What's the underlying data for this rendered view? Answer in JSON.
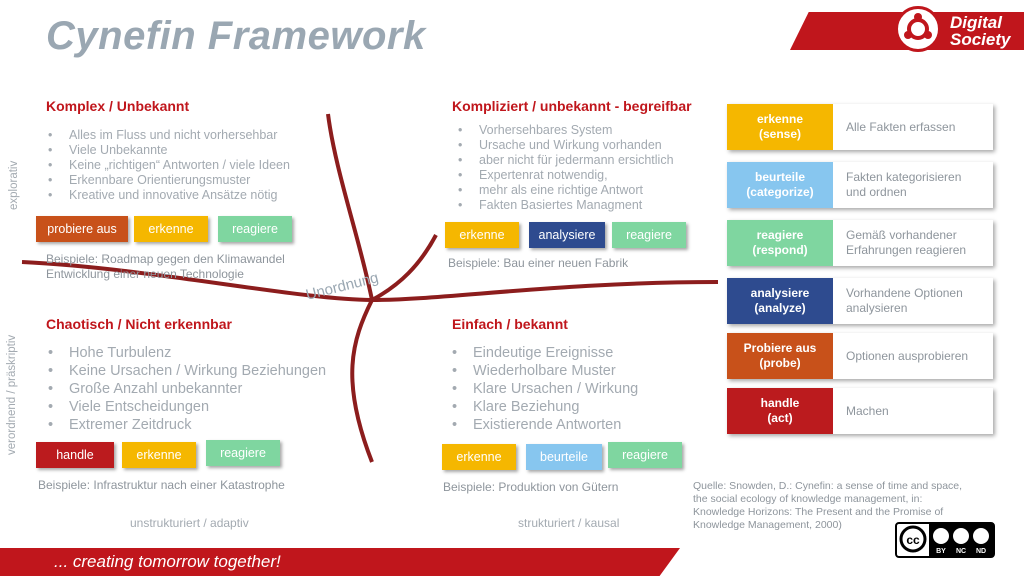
{
  "title": "Cynefin Framework",
  "brand": {
    "line1": "Digital",
    "line2": "Society"
  },
  "complex": {
    "title": "Komplex / Unbekannt",
    "items": [
      "Alles im Fluss und nicht vorhersehbar",
      "Viele Unbekannte",
      "Keine „richtigen“ Antworten / viele Ideen",
      "Erkennbare Orientierungsmuster",
      "Kreative und innovative Ansätze nötig"
    ],
    "buttons": [
      "probiere aus",
      "erkenne",
      "reagiere"
    ],
    "example_line1": "Beispiele: Roadmap gegen den Klimawandel",
    "example_line2": "Entwicklung einer neuen Technologie"
  },
  "complicated": {
    "title": "Kompliziert / unbekannt - begreifbar",
    "items": [
      "Vorhersehbares System",
      "Ursache und Wirkung vorhanden",
      "aber nicht für jedermann ersichtlich",
      "Expertenrat notwendig,",
      "mehr als eine richtige Antwort",
      "Fakten Basiertes Managment"
    ],
    "buttons": [
      "erkenne",
      "analysiere",
      "reagiere"
    ],
    "example": "Beispiele: Bau einer neuen Fabrik"
  },
  "chaotic": {
    "title": "Chaotisch / Nicht erkennbar",
    "items": [
      "Hohe Turbulenz",
      "Keine Ursachen / Wirkung Beziehungen",
      "Große Anzahl unbekannter",
      "Viele Entscheidungen",
      "Extremer Zeitdruck"
    ],
    "buttons": [
      "handle",
      "erkenne",
      "reagiere"
    ],
    "example": "Beispiele: Infrastruktur nach einer Katastrophe"
  },
  "simple": {
    "title": "Einfach / bekannt",
    "items": [
      "Eindeutige Ereignisse",
      "Wiederholbare Muster",
      "Klare Ursachen / Wirkung",
      "Klare Beziehung",
      "Existierende Antworten"
    ],
    "buttons": [
      "erkenne",
      "beurteile",
      "reagiere"
    ],
    "example": "Beispiele: Produktion von Gütern"
  },
  "center": "Unordnung",
  "axes": {
    "left_top": "explorativ",
    "left_bottom": "verordnend / präskriptiv",
    "bottom_left": "unstrukturiert / adaptiv",
    "bottom_right": "strukturiert / kausal"
  },
  "legend": [
    {
      "badge_line1": "erkenne",
      "badge_line2": "(sense)",
      "desc_line1": "Alle Fakten erfassen",
      "desc_line2": "",
      "color": "#f5b700"
    },
    {
      "badge_line1": "beurteile",
      "badge_line2": "(categorize)",
      "desc_line1": "Fakten kategorisieren",
      "desc_line2": "und ordnen",
      "color": "#87c6ef"
    },
    {
      "badge_line1": "reagiere",
      "badge_line2": "(respond)",
      "desc_line1": "Gemäß vorhandener",
      "desc_line2": "Erfahrungen reagieren",
      "color": "#7fd6a0"
    },
    {
      "badge_line1": "analysiere",
      "badge_line2": "(analyze)",
      "desc_line1": "Vorhandene Optionen",
      "desc_line2": "analysieren",
      "color": "#2e4b8f"
    },
    {
      "badge_line1": "Probiere aus",
      "badge_line2": "(probe)",
      "desc_line1": "Optionen ausprobieren",
      "desc_line2": "",
      "color": "#c8511a"
    },
    {
      "badge_line1": "handle",
      "badge_line2": "(act)",
      "desc_line1": "Machen",
      "desc_line2": "",
      "color": "#bb1b1e"
    }
  ],
  "source": [
    "Quelle: Snowden, D.: Cynefin: a sense of time and space,",
    "the social ecology of knowledge management, in:",
    "Knowledge Horizons: The Present and the Promise of",
    "Knowledge Management, 2000)"
  ],
  "footer": "... creating tomorrow together!",
  "license": {
    "cc": "cc",
    "by": "BY",
    "nc": "NC",
    "nd": "ND"
  }
}
